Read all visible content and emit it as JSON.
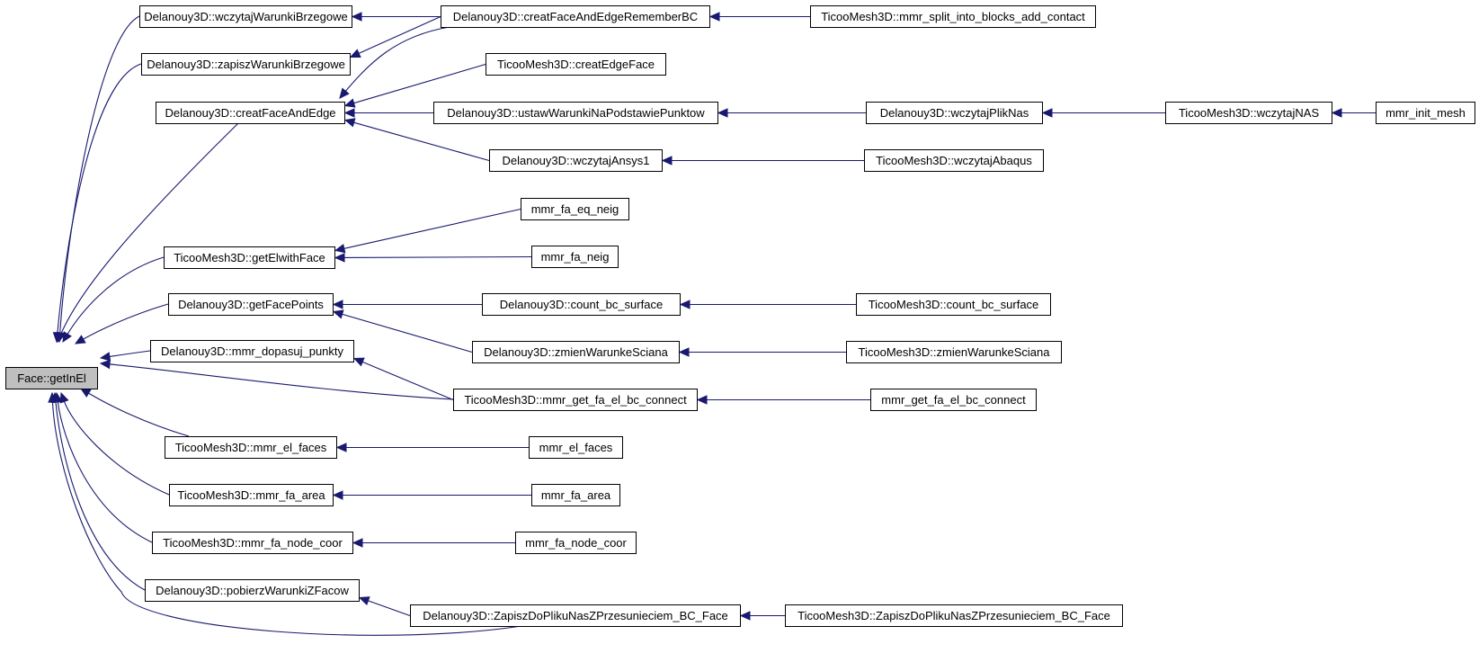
{
  "diagram": {
    "type": "caller-graph",
    "colors": {
      "edge": "#191970",
      "root_fill": "#bfbfbf",
      "node_fill": "#ffffff",
      "node_border": "#000000"
    },
    "nodes": [
      {
        "id": "root",
        "label": "Face::getInEl",
        "root": true
      },
      {
        "id": "n1",
        "label": "Delanouy3D::wczytajWarunkiBrzegowe"
      },
      {
        "id": "n2",
        "label": "Delanouy3D::zapiszWarunkiBrzegowe"
      },
      {
        "id": "n3",
        "label": "Delanouy3D::creatFaceAndEdge"
      },
      {
        "id": "n4",
        "label": "TicooMesh3D::getElwithFace"
      },
      {
        "id": "n5",
        "label": "Delanouy3D::getFacePoints"
      },
      {
        "id": "n6",
        "label": "Delanouy3D::mmr_dopasuj_punkty"
      },
      {
        "id": "n7",
        "label": "TicooMesh3D::mmr_el_faces"
      },
      {
        "id": "n8",
        "label": "TicooMesh3D::mmr_fa_area"
      },
      {
        "id": "n9",
        "label": "TicooMesh3D::mmr_fa_node_coor"
      },
      {
        "id": "n10",
        "label": "Delanouy3D::pobierzWarunkiZFacow"
      },
      {
        "id": "m1",
        "label": "Delanouy3D::creatFaceAndEdgeRememberBC"
      },
      {
        "id": "m2",
        "label": "TicooMesh3D::creatEdgeFace"
      },
      {
        "id": "m3",
        "label": "Delanouy3D::ustawWarunkiNaPodstawiePunktow"
      },
      {
        "id": "m4",
        "label": "Delanouy3D::wczytajAnsys1"
      },
      {
        "id": "m5",
        "label": "mmr_fa_eq_neig"
      },
      {
        "id": "m6",
        "label": "mmr_fa_neig"
      },
      {
        "id": "m7",
        "label": "Delanouy3D::count_bc_surface"
      },
      {
        "id": "m8",
        "label": "Delanouy3D::zmienWarunkeSciana"
      },
      {
        "id": "m9",
        "label": "TicooMesh3D::mmr_get_fa_el_bc_connect"
      },
      {
        "id": "m10",
        "label": "mmr_el_faces"
      },
      {
        "id": "m11",
        "label": "mmr_fa_area"
      },
      {
        "id": "m12",
        "label": "mmr_fa_node_coor"
      },
      {
        "id": "m13",
        "label": "Delanouy3D::ZapiszDoPlikuNasZPrzesunieciem_BC_Face"
      },
      {
        "id": "k1",
        "label": "TicooMesh3D::mmr_split_into_blocks_add_contact"
      },
      {
        "id": "k2",
        "label": "Delanouy3D::wczytajPlikNas"
      },
      {
        "id": "k3",
        "label": "TicooMesh3D::wczytajAbaqus"
      },
      {
        "id": "k4",
        "label": "TicooMesh3D::count_bc_surface"
      },
      {
        "id": "k5",
        "label": "TicooMesh3D::zmienWarunkeSciana"
      },
      {
        "id": "k6",
        "label": "mmr_get_fa_el_bc_connect"
      },
      {
        "id": "k7",
        "label": "TicooMesh3D::ZapiszDoPlikuNasZPrzesunieciem_BC_Face"
      },
      {
        "id": "j1",
        "label": "TicooMesh3D::wczytajNAS"
      },
      {
        "id": "h1",
        "label": "mmr_init_mesh"
      }
    ],
    "edges": [
      {
        "from": "n1",
        "to": "root"
      },
      {
        "from": "n2",
        "to": "root"
      },
      {
        "from": "n3",
        "to": "root"
      },
      {
        "from": "n4",
        "to": "root"
      },
      {
        "from": "n5",
        "to": "root"
      },
      {
        "from": "n6",
        "to": "root"
      },
      {
        "from": "m9",
        "to": "root"
      },
      {
        "from": "n7",
        "to": "root"
      },
      {
        "from": "n8",
        "to": "root"
      },
      {
        "from": "n9",
        "to": "root"
      },
      {
        "from": "n10",
        "to": "root"
      },
      {
        "from": "m13",
        "to": "root"
      },
      {
        "from": "m1",
        "to": "n1"
      },
      {
        "from": "m1",
        "to": "n2"
      },
      {
        "from": "m1",
        "to": "n3"
      },
      {
        "from": "m2",
        "to": "n3"
      },
      {
        "from": "m3",
        "to": "n3"
      },
      {
        "from": "m4",
        "to": "n3"
      },
      {
        "from": "m5",
        "to": "n4"
      },
      {
        "from": "m6",
        "to": "n4"
      },
      {
        "from": "m7",
        "to": "n5"
      },
      {
        "from": "m8",
        "to": "n5"
      },
      {
        "from": "m9",
        "to": "n6"
      },
      {
        "from": "m10",
        "to": "n7"
      },
      {
        "from": "m11",
        "to": "n8"
      },
      {
        "from": "m12",
        "to": "n9"
      },
      {
        "from": "m13",
        "to": "n10"
      },
      {
        "from": "k1",
        "to": "m1"
      },
      {
        "from": "k2",
        "to": "m3"
      },
      {
        "from": "k3",
        "to": "m4"
      },
      {
        "from": "k4",
        "to": "m7"
      },
      {
        "from": "k5",
        "to": "m8"
      },
      {
        "from": "k6",
        "to": "m9"
      },
      {
        "from": "k7",
        "to": "m13"
      },
      {
        "from": "j1",
        "to": "k2"
      },
      {
        "from": "h1",
        "to": "j1"
      }
    ]
  }
}
